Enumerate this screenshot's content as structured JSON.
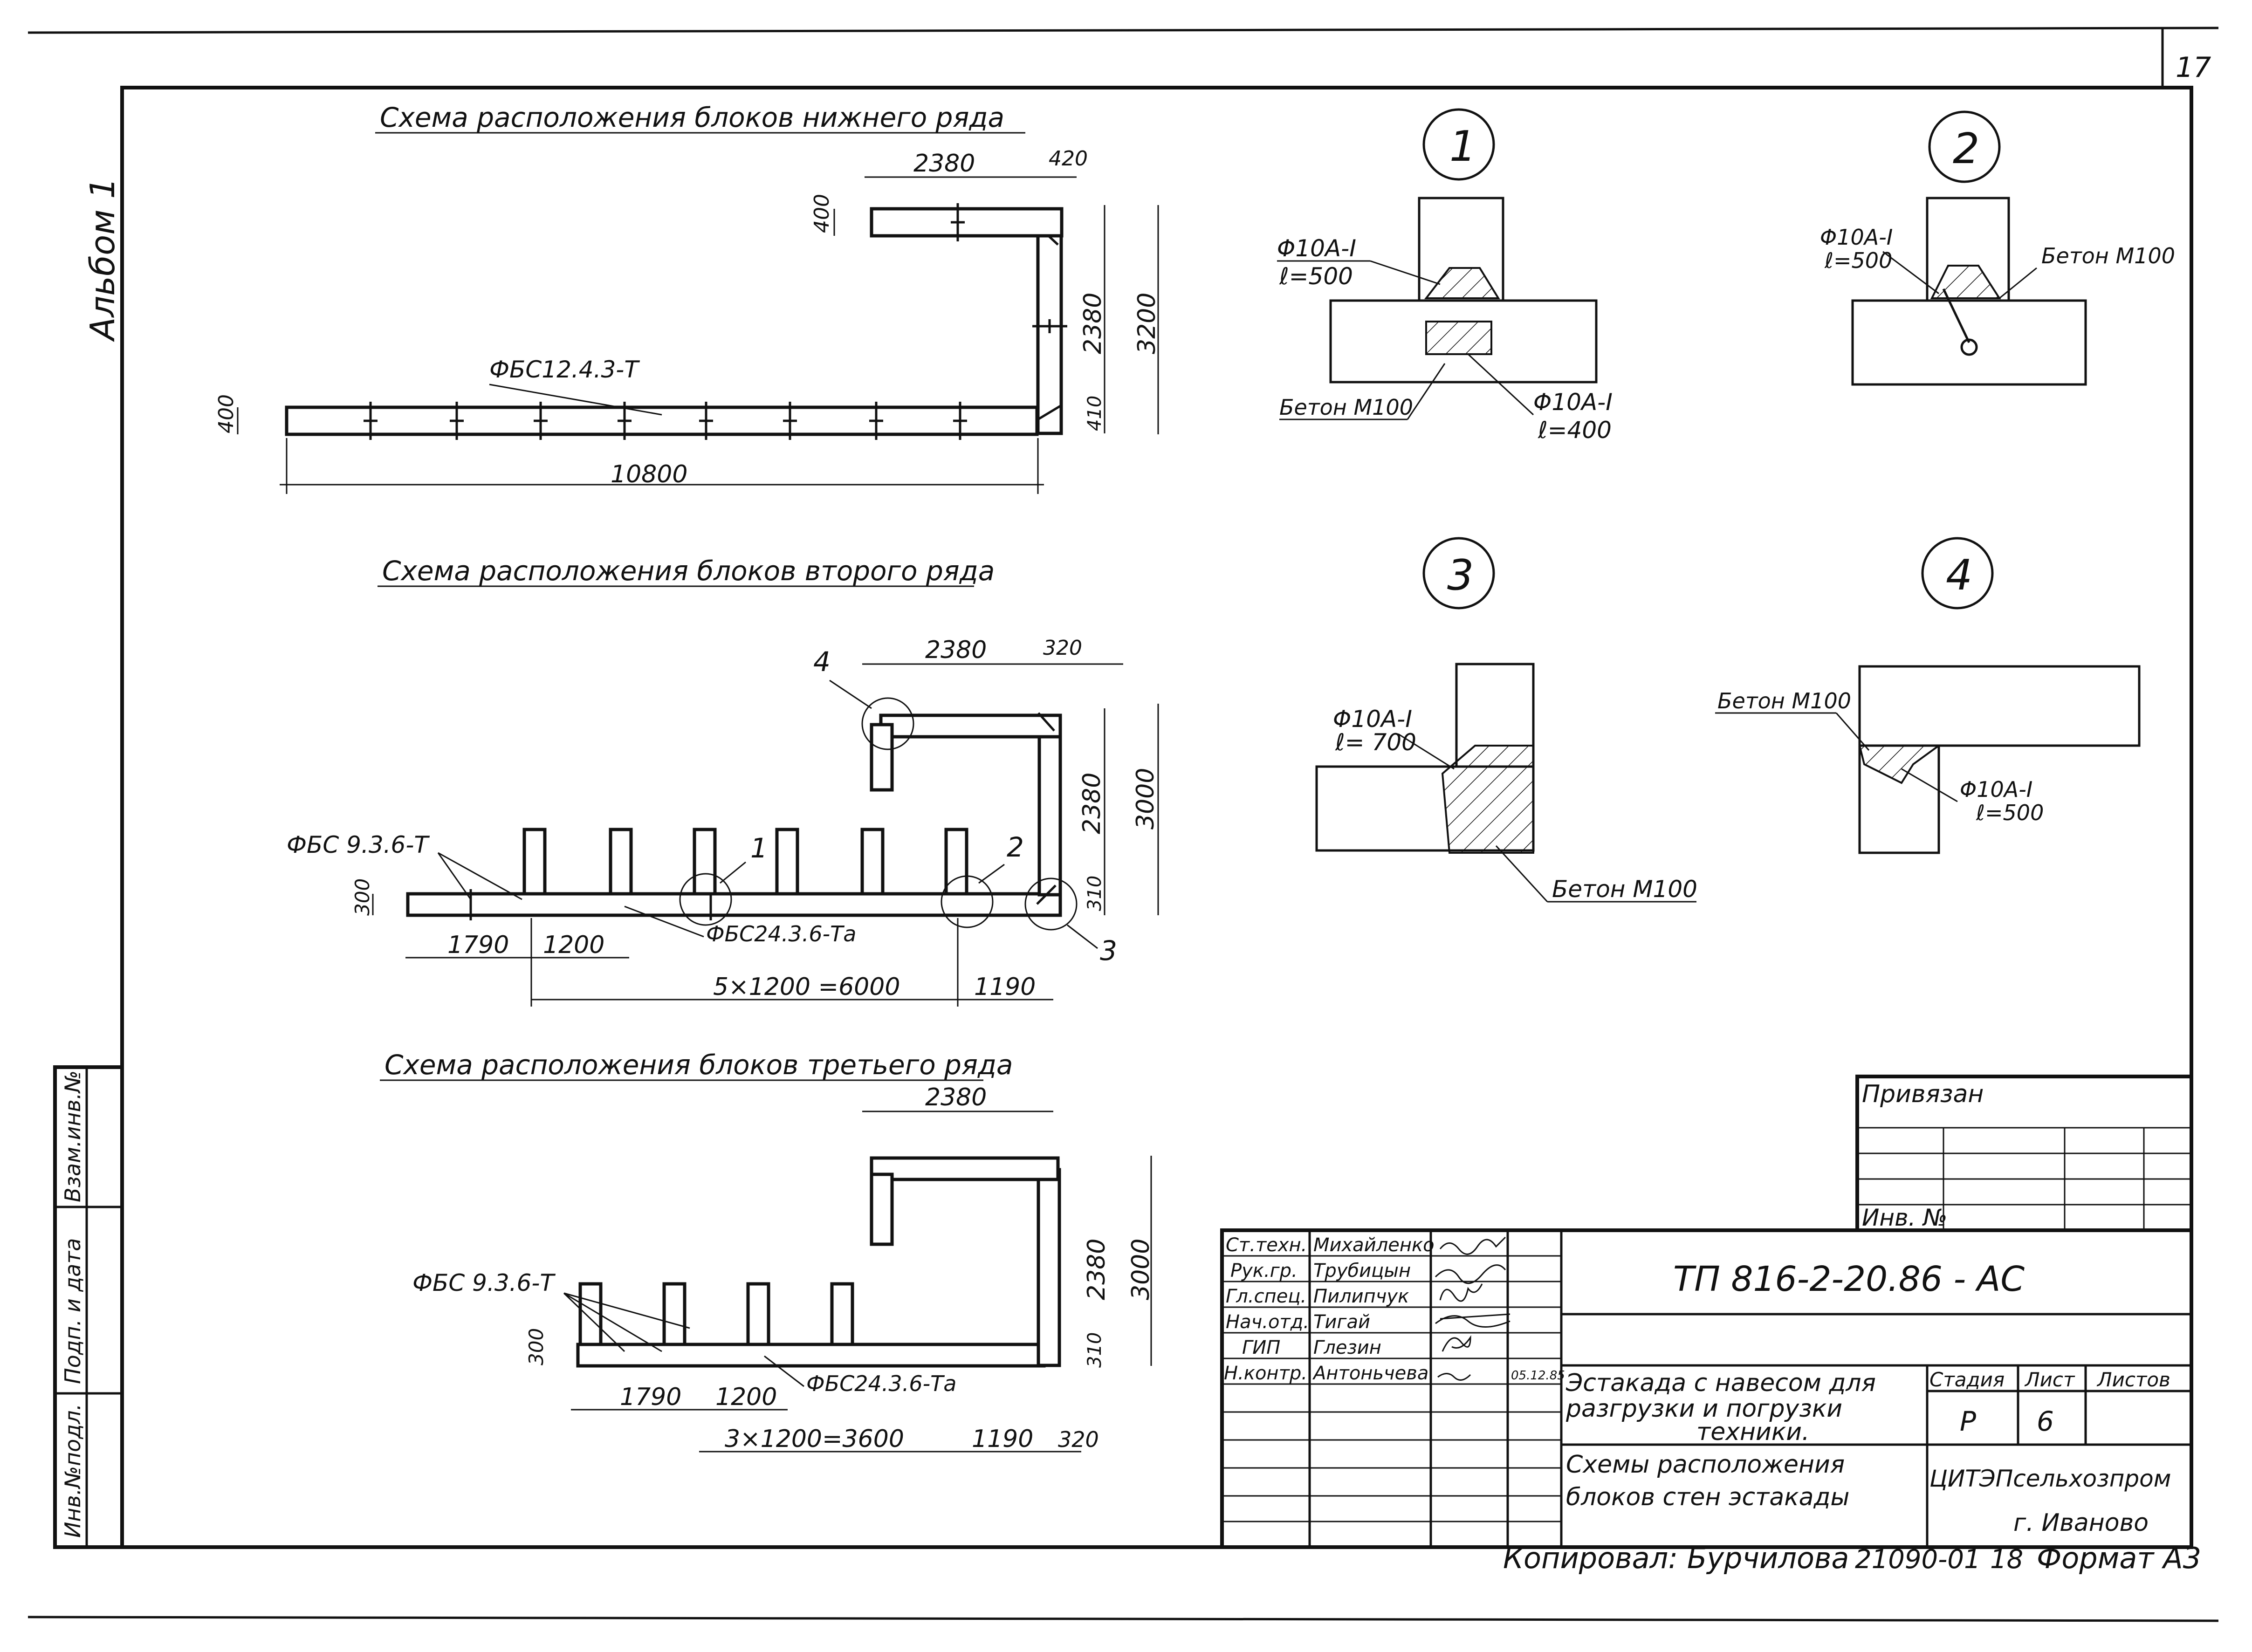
{
  "sheet": {
    "page_number": "17",
    "album_label": "Альбом 1"
  },
  "left_stamp": {
    "inv_orig": "Инв.№подл.",
    "sign_date": "Подп. и дата",
    "replace_inv": "Взам.инв.№"
  },
  "schemes": {
    "row1": {
      "title": "Схема расположения  блоков нижнего ряда",
      "block_label": "ФБС12.4.3-Т",
      "dims": {
        "top_len": "2380",
        "top_end": "420",
        "block_h_top": "400",
        "side_len": "2380",
        "total_h": "3200",
        "bottom_end": "410",
        "block_h_left": "400",
        "total_len": "10800"
      }
    },
    "row2": {
      "title": "Схема расположения блоков второго ряда",
      "block_label_small": "ФБС 9.3.6-Т",
      "block_label_main": "ФБС24.3.6-Та",
      "dims": {
        "top_len": "2380",
        "top_end": "320",
        "side_len": "2380",
        "total_h": "3000",
        "bottom_end": "310",
        "block_h": "300",
        "d1": "1790",
        "d2": "1200",
        "d3": "5×1200 =6000",
        "d4": "1190"
      },
      "callouts": [
        "1",
        "2",
        "3",
        "4"
      ]
    },
    "row3": {
      "title": "Схема расположения блоков третьего ряда",
      "block_label_small": "ФБС 9.3.6-Т",
      "block_label_main": "ФБС24.3.6-Та",
      "dims": {
        "top_len": "2380",
        "side_len": "2380",
        "total_h": "3000",
        "bottom_end": "310",
        "block_h": "300",
        "d1": "1790",
        "d2": "1200",
        "d3": "3×1200=3600",
        "d4": "1190",
        "d5": "320"
      }
    }
  },
  "details": {
    "d1": {
      "num": "1",
      "rebar_top": "Φ10А-I",
      "spacing_top": "ℓ=500",
      "concrete": "Бетон М100",
      "rebar_bottom": "Φ10А-I",
      "spacing_bottom": "ℓ=400"
    },
    "d2": {
      "num": "2",
      "rebar": "Φ10А-I",
      "spacing": "ℓ=500",
      "concrete": "Бетон М100"
    },
    "d3": {
      "num": "3",
      "rebar": "Φ10А-I",
      "spacing": "ℓ= 700",
      "concrete": "Бетон М100"
    },
    "d4": {
      "num": "4",
      "concrete": "Бетон М100",
      "rebar": "Φ10А-I",
      "spacing": "ℓ=500"
    }
  },
  "title_block": {
    "privyazan": "Привязан",
    "inv_no": "Инв. №",
    "doc_code": "ТП 816-2-20.86 - АС",
    "roles": [
      {
        "role": "Ст.техн.",
        "name": "Михайленко"
      },
      {
        "role": "Рук.гр.",
        "name": "Трубицын"
      },
      {
        "role": "Гл.спец.",
        "name": "Пилипчук"
      },
      {
        "role": "Нач.отд.",
        "name": "Тигай"
      },
      {
        "role": "ГИП",
        "name": "Глезин"
      },
      {
        "role": "Н.контр.",
        "name": "Антоньчева"
      }
    ],
    "date": "05.12.85",
    "object_name": "Эстакада с навесом для разгрузки и погрузки техники.",
    "sheet_name": "Схемы расположения блоков стен эстакады",
    "stage_header": "Стадия",
    "sheet_header": "Лист",
    "sheets_header": "Листов",
    "stage": "Р",
    "sheet_no": "6",
    "org": "ЦИТЭПсельхозпром",
    "city": "г. Иваново"
  },
  "footer": {
    "copied": "Копировал: Бурчилова",
    "order": "21090-01",
    "sheet": "18",
    "format": "Формат А3"
  }
}
